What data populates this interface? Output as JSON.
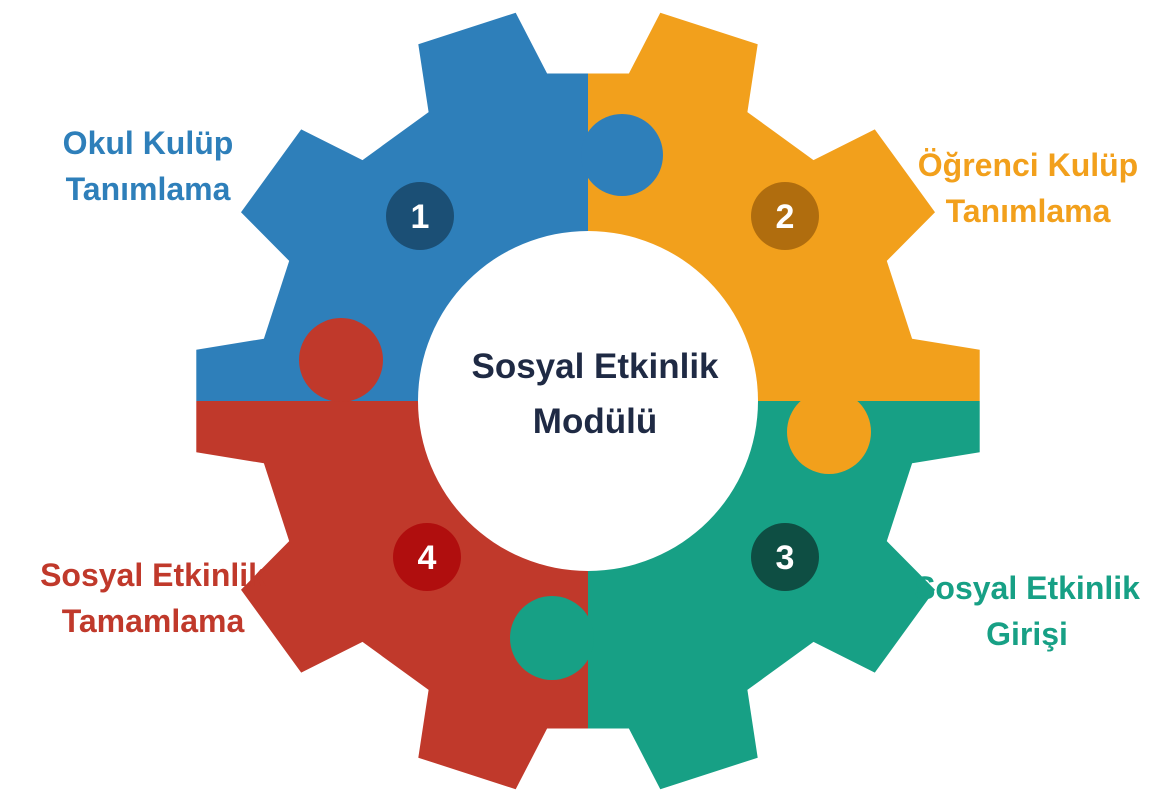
{
  "center": {
    "line1": "Sosyal Etkinlik",
    "line2": "Modülü",
    "text_color": "#1F2A44"
  },
  "steps": [
    {
      "number": "1",
      "label_line1": "Okul Kulüp",
      "label_line2": "Tanımlama",
      "color": "#2E7FBA",
      "badge_color": "#1B4F75"
    },
    {
      "number": "2",
      "label_line1": "Öğrenci Kulüp",
      "label_line2": "Tanımlama",
      "color": "#F2A01C",
      "badge_color": "#B06D0E"
    },
    {
      "number": "3",
      "label_line1": "Sosyal Etkinlik",
      "label_line2": "Girişi",
      "color": "#17A085",
      "badge_color": "#0E4E43"
    },
    {
      "number": "4",
      "label_line1": "Sosyal Etkinlik",
      "label_line2": "Tamamlama",
      "color": "#C0392B",
      "badge_color": "#B00E0E"
    }
  ]
}
